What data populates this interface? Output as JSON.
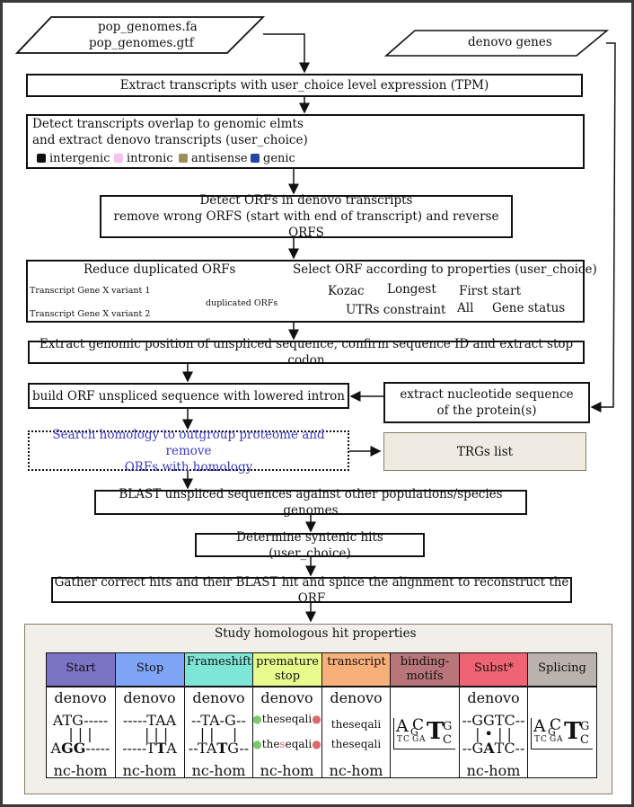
{
  "inputs": {
    "genome_files": [
      "pop_genomes.fa",
      "pop_genomes.gtf"
    ],
    "denovo_genes": "denovo genes"
  },
  "steps": {
    "extract": "Extract transcripts with user_choice level expression (TPM)",
    "detect_overlap_1": "Detect transcripts overlap to genomic elmts",
    "detect_overlap_2": "and extract denovo transcripts (user_choice)",
    "detect_orfs_1": "Detect ORFs in denovo transcripts",
    "detect_orfs_2": "remove wrong ORFS (start with end of transcript) and reverse ORFS",
    "reduce_dup": "Reduce duplicated ORFs",
    "select_orf": "Select ORF according to properties (user_choice)",
    "genomic_position": "Extract genomic position of unspliced sequence, confirm sequence ID and extract stop codon",
    "build_orf": "build ORF unspliced sequence with lowered intron",
    "extract_nt_1": "extract nucleotide sequence",
    "extract_nt_2": "of the protein(s)",
    "search_homology_1": "Search homology to outgroup proteome and remove",
    "search_homology_2": "ORFs with homology",
    "trgs": "TRGs list",
    "blast": "BLAST unspliced sequences against other populations/species genomes",
    "syntenic": "Determine syntenic hits (user_choice)",
    "gather": "Gather correct hits and their BLAST hit and splice the alignment to reconstruct the ORF",
    "study": "Study homologous hit properties"
  },
  "legend": [
    {
      "label": "intergenic",
      "color": "#111111"
    },
    {
      "label": "intronic",
      "color": "#f6c2ee"
    },
    {
      "label": "antisense",
      "color": "#9c8f5b"
    },
    {
      "label": "genic",
      "color": "#2345a8"
    }
  ],
  "orf_panel": {
    "variant1": "Transcript Gene X variant 1",
    "variant2": "Transcript Gene X variant 2",
    "dup_label": "duplicated ORFs",
    "options": [
      "Kozac",
      "Longest",
      "First start",
      "UTRs constraint",
      "All",
      "Gene status"
    ]
  },
  "table": {
    "headers": [
      {
        "label": "Start",
        "color": "#7b73c4"
      },
      {
        "label": "Stop",
        "color": "#7fa5f7"
      },
      {
        "label": "Frameshift",
        "color": "#7ee6d6"
      },
      {
        "label": "premature stop",
        "color": "#e8fa8c"
      },
      {
        "label": "transcript",
        "color": "#f8b07a"
      },
      {
        "label": "binding-motifs",
        "color": "#b8767a"
      },
      {
        "label": "Subst*",
        "color": "#ef6474"
      },
      {
        "label": "Splicing",
        "color": "#b9b2ad"
      }
    ],
    "top_label": "denovo",
    "bottom_label": "nc-hom",
    "start_top": "ATG-----",
    "start_mid": "| | |",
    "start_bot_a": "A",
    "start_bot_b": "GG",
    "start_bot_c": "-----",
    "stop_top": "-----TAA",
    "stop_mid": "| | |",
    "stop_bot_a": "-----T",
    "stop_bot_b": "T",
    "stop_bot_c": "A",
    "fs_top": "--TA-G--",
    "fs_mid": "| |    |",
    "fs_bot_a": "--TA",
    "fs_bot_b": "T",
    "fs_bot_c": "G--",
    "ps_top": "theseqali",
    "ps_bot_a": "the",
    "ps_bot_b": "s",
    "ps_bot_c": "eqali",
    "tr_top": "theseqali",
    "tr_bot": "theseqali",
    "sub_top": "--GGTC--",
    "sub_mid": "| • | |",
    "sub_bot_a": "--G",
    "sub_bot_b": "A",
    "sub_bot_c": "TC--",
    "logo": [
      "A",
      "T",
      "C",
      "G",
      "C",
      "G",
      "A",
      "T",
      "G",
      "C"
    ]
  },
  "colors": {
    "homology_text": "#3b39c8",
    "trgs_fill": "#efebe2",
    "study_fill": "#f0efe9"
  }
}
